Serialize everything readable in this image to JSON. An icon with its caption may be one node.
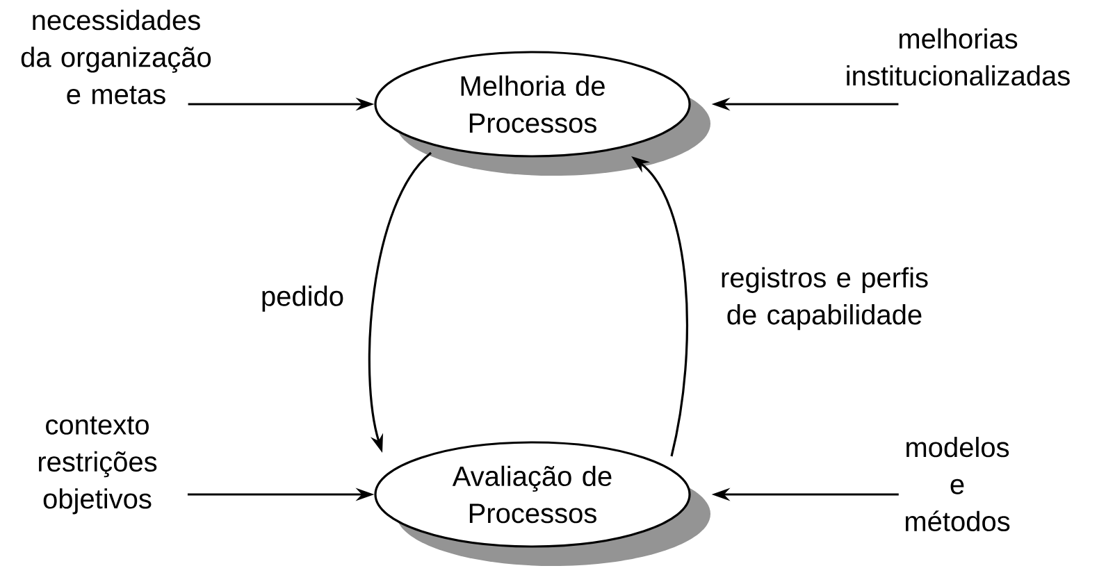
{
  "diagram": {
    "nodes": [
      {
        "text": [
          "Melhoria de Processos"
        ]
      },
      {
        "text": [
          "Avaliação de Processos"
        ]
      },
      {
        "text": [
          "necessidades da organização e metas"
        ]
      },
      {
        "text": [
          "melhorias institucionalizadas"
        ]
      },
      {
        "text": [
          "contexto restrições objetivos"
        ]
      },
      {
        "text": [
          "modelos e métodos"
        ]
      }
    ],
    "edges": [
      {
        "from": 2,
        "to": 0,
        "arrow": "to"
      },
      {
        "from": 3,
        "to": 0,
        "arrow": "to"
      },
      {
        "from": 4,
        "to": 1,
        "arrow": "to"
      },
      {
        "from": 5,
        "to": 1,
        "arrow": "to"
      },
      {
        "from": 0,
        "to": 1,
        "arrow": "to",
        "label": "pedido"
      },
      {
        "from": 1,
        "to": 0,
        "arrow": "to",
        "label": "registros e perfis de capabilidade"
      }
    ]
  }
}
